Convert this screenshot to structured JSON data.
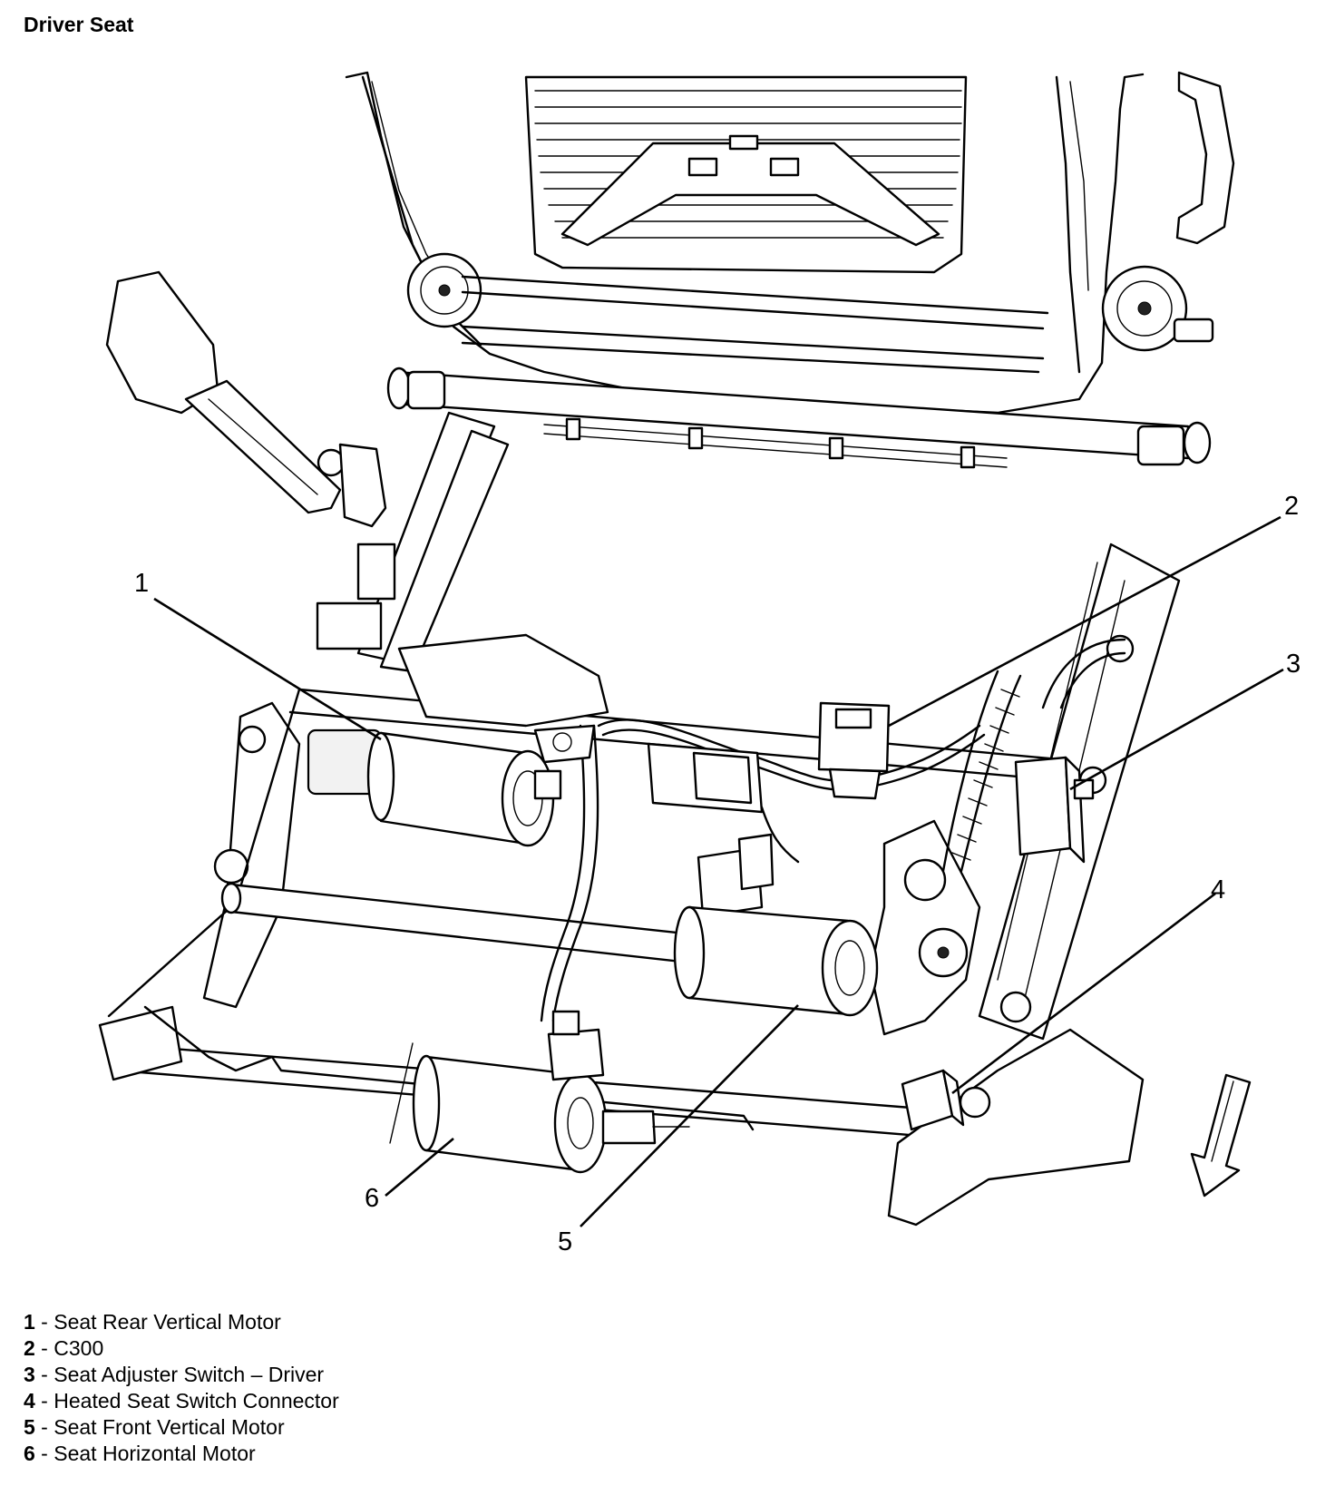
{
  "title": "Driver Seat",
  "callouts": [
    {
      "number": "1",
      "name": "Seat Rear Vertical Motor"
    },
    {
      "number": "2",
      "name": "C300"
    },
    {
      "number": "3",
      "name": "Seat Adjuster Switch – Driver"
    },
    {
      "number": "4",
      "name": "Heated Seat Switch Connector"
    },
    {
      "number": "5",
      "name": "Seat Front Vertical Motor"
    },
    {
      "number": "6",
      "name": "Seat Horizontal Motor"
    }
  ],
  "legend_separator": " - "
}
